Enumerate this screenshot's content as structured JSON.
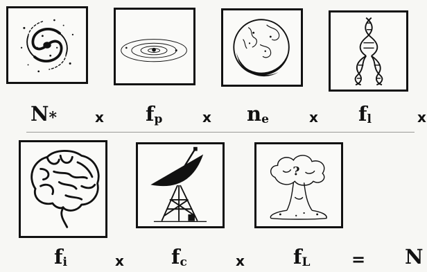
{
  "equation": {
    "row1": [
      {
        "symbol": "N",
        "subscript": "*",
        "icon": "spiral-galaxy-icon"
      },
      {
        "symbol": "f",
        "subscript": "p",
        "icon": "planetary-orbits-icon"
      },
      {
        "symbol": "n",
        "subscript": "e",
        "icon": "earth-planet-icon"
      },
      {
        "symbol": "f",
        "subscript": "l",
        "icon": "dna-helix-icon"
      }
    ],
    "row2": [
      {
        "symbol": "f",
        "subscript": "i",
        "icon": "brain-icon"
      },
      {
        "symbol": "f",
        "subscript": "c",
        "icon": "radio-telescope-icon"
      },
      {
        "symbol": "f",
        "subscript": "L",
        "icon": "mushroom-cloud-icon"
      }
    ],
    "times_sign": "x",
    "equals_sign": "=",
    "result": "N",
    "cloud_question": "?"
  },
  "colors": {
    "ink": "#111111",
    "background": "#f7f7f4"
  }
}
